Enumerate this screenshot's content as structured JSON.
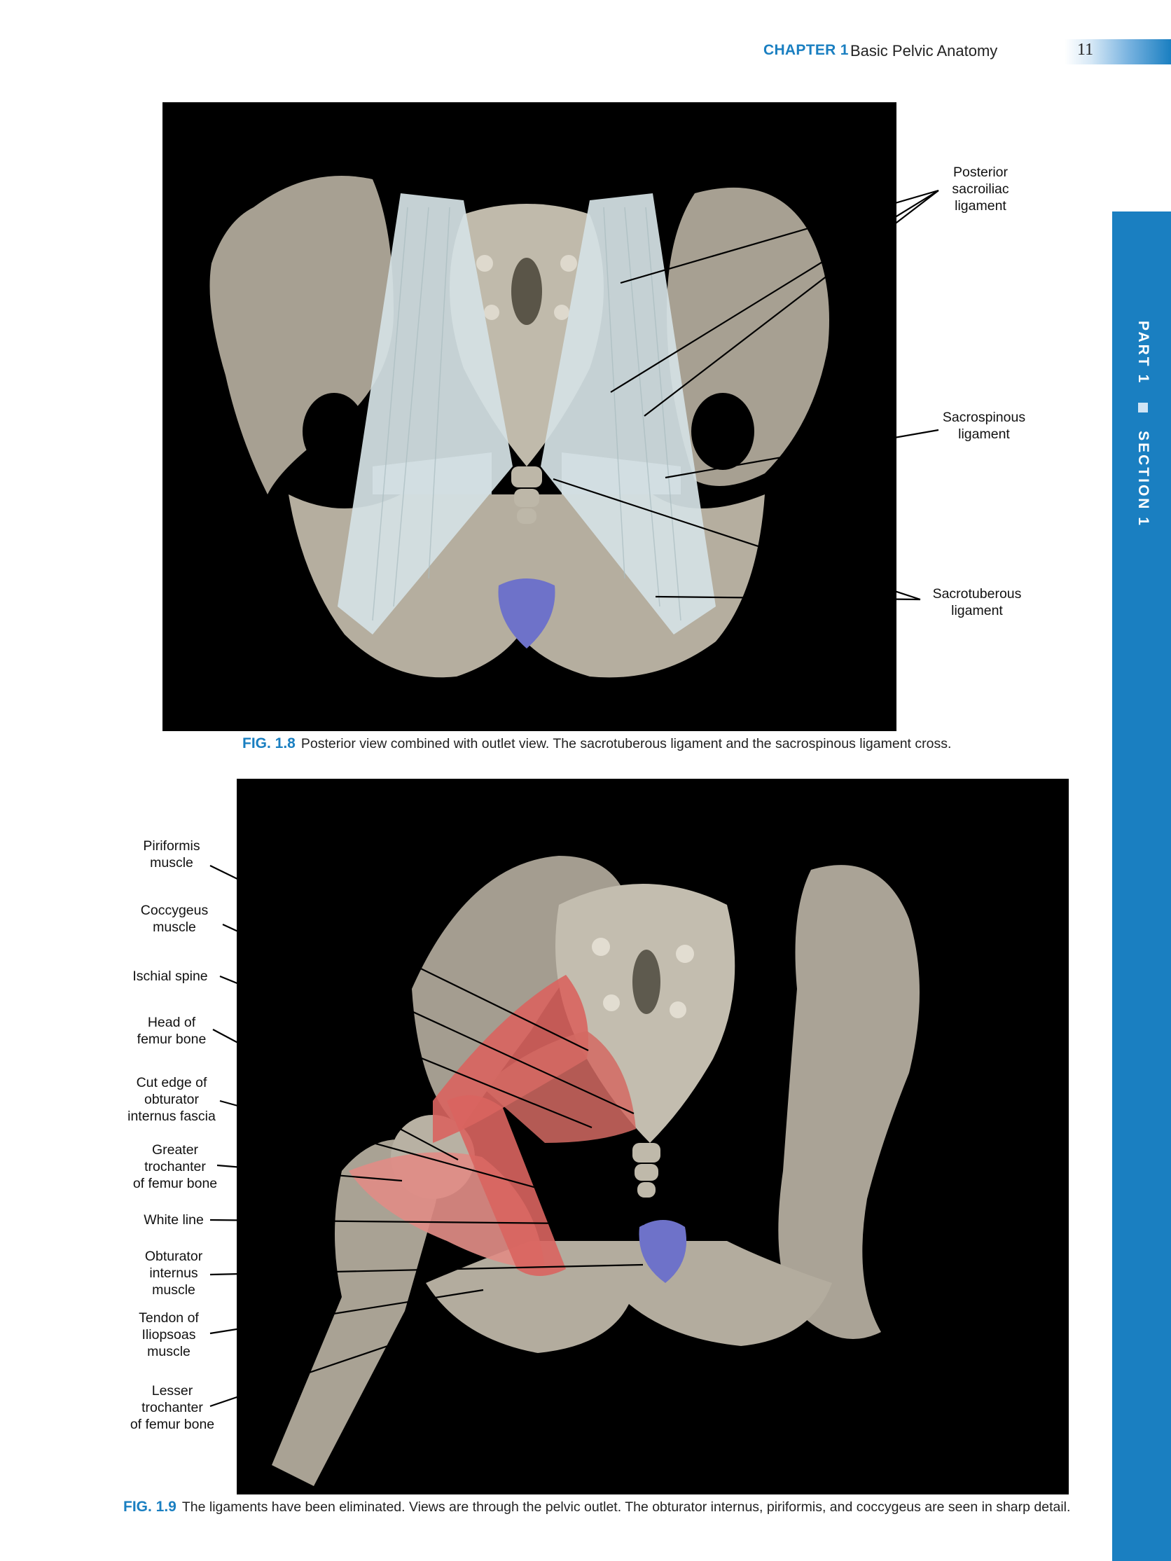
{
  "header": {
    "chapter_label": "CHAPTER 1",
    "chapter_title": "Basic Pelvic Anatomy",
    "page_number": "11"
  },
  "side_tab": {
    "part": "PART 1",
    "section": "SECTION 1"
  },
  "figure_1_8": {
    "labels": {
      "posterior_sacroiliac": "Posterior\nsacroiliac\nligament",
      "sacrospinous": "Sacrospinous\nligament",
      "sacrotuberous": "Sacrotuberous\nligament"
    },
    "caption_label": "FIG. 1.8",
    "caption_text": "Posterior view combined with outlet view. The sacrotuberous ligament and the sacrospinous ligament cross."
  },
  "figure_1_9": {
    "labels": {
      "piriformis": "Piriformis\nmuscle",
      "coccygeus": "Coccygeus\nmuscle",
      "ischial_spine": "Ischial spine",
      "head_of_femur": "Head of\nfemur bone",
      "cut_edge": "Cut edge of\nobturator\ninternus fascia",
      "greater_trochanter": "Greater\ntrochanter\nof femur bone",
      "white_line": "White line",
      "obturator_internus": "Obturator\ninternus\nmuscle",
      "tendon_iliopsoas": "Tendon of\nIliopsoas\nmuscle",
      "lesser_trochanter": "Lesser\ntrochanter\nof femur bone"
    },
    "caption_label": "FIG. 1.9",
    "caption_text": "The ligaments have been eliminated. Views are through the pelvic outlet. The obturator internus, piriformis, and coccygeus are seen in sharp detail."
  },
  "colors": {
    "accent_blue": "#1a7fc1",
    "bone": "#b8b2a4",
    "ligament": "#d4e1e4",
    "muscle": "#d9645f",
    "coccyx_blue": "#6e72c9"
  }
}
